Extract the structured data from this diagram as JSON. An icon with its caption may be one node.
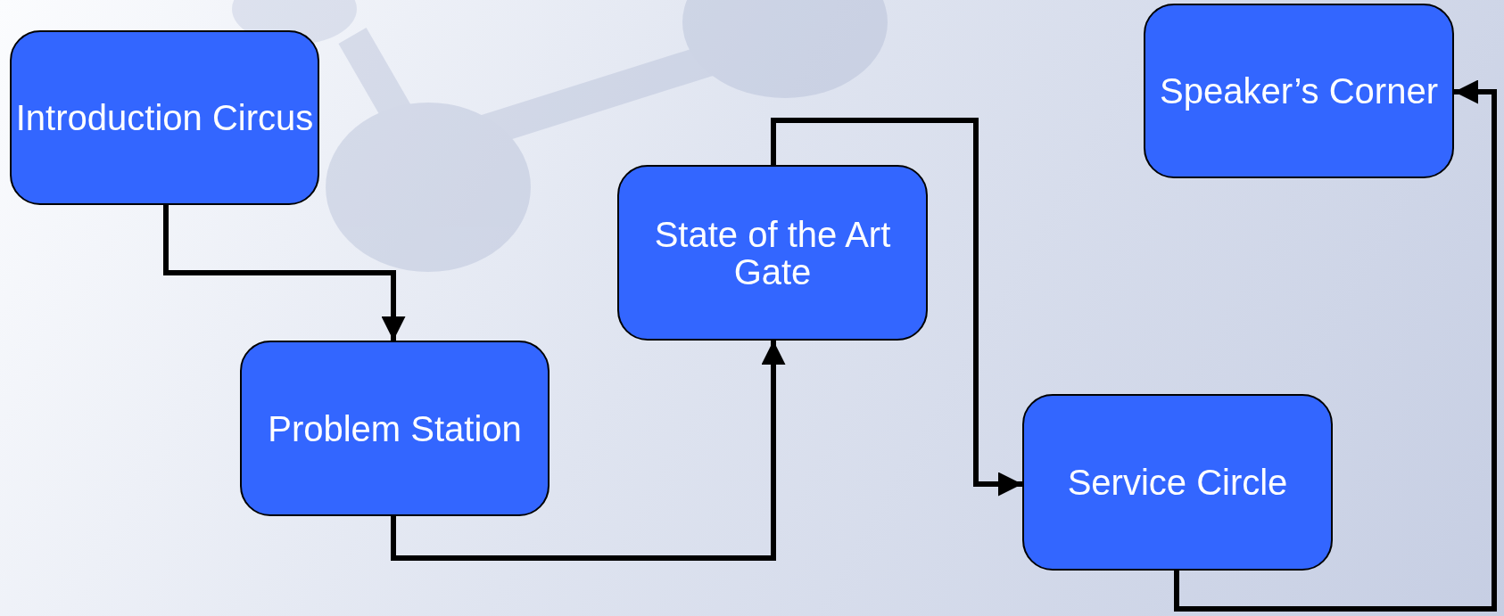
{
  "diagram": {
    "nodes": [
      {
        "text": [
          "Introduction Circus"
        ]
      },
      {
        "text": [
          "Problem Station"
        ]
      },
      {
        "text": [
          "State of the Art Gate"
        ]
      },
      {
        "text": [
          "Service Circle"
        ]
      },
      {
        "text": [
          "Speaker’s Corner"
        ]
      }
    ],
    "edges": [
      {
        "from": 0,
        "to": 1,
        "arrow": "to"
      },
      {
        "from": 1,
        "to": 2,
        "arrow": "to"
      },
      {
        "from": 2,
        "to": 3,
        "arrow": "to"
      },
      {
        "from": 3,
        "to": 4,
        "arrow": "to"
      }
    ]
  }
}
